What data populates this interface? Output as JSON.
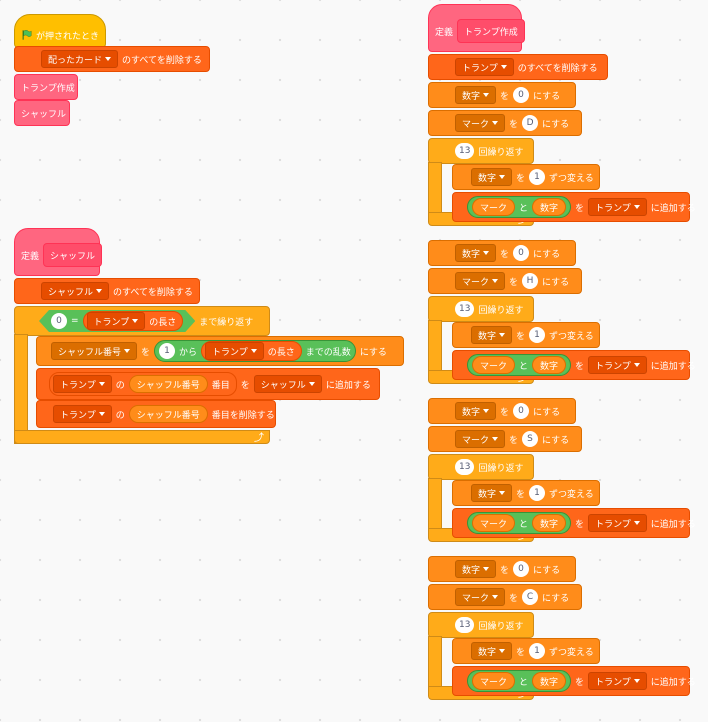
{
  "strings": {
    "flag_clicked": "が押されたとき",
    "delete_all": "のすべてを削除する",
    "define": "定義",
    "to": "を",
    "set": "にする",
    "change": "ずつ変える",
    "add_to": "に追加する",
    "join_and": "と",
    "repeat": "回繰り返す",
    "repeat_until": "まで繰り返す",
    "of": "の",
    "length": "の長さ",
    "from": "から",
    "random_to": "までの乱数",
    "item_n": "番目",
    "delete_item": "番目を削除する",
    "eq": "="
  },
  "names": {
    "deck_list": "トランプ",
    "dealt_list": "配ったカード",
    "shuffle_list": "シャッフル",
    "make_deck_proc": "トランプ作成",
    "shuffle_proc": "シャッフル",
    "number_var": "数字",
    "mark_var": "マーク",
    "shuffle_index_var": "シャッフル番号"
  },
  "values": {
    "zero": "0",
    "one": "1",
    "thirteen": "13",
    "suit_d": "D",
    "suit_h": "H",
    "suit_s": "S",
    "suit_c": "C"
  },
  "colors": {
    "events": "#ffbf00",
    "control": "#ffab19",
    "variables": "#ff8c1a",
    "lists": "#ff661a",
    "my_blocks": "#ff6680",
    "operators": "#59c059"
  }
}
